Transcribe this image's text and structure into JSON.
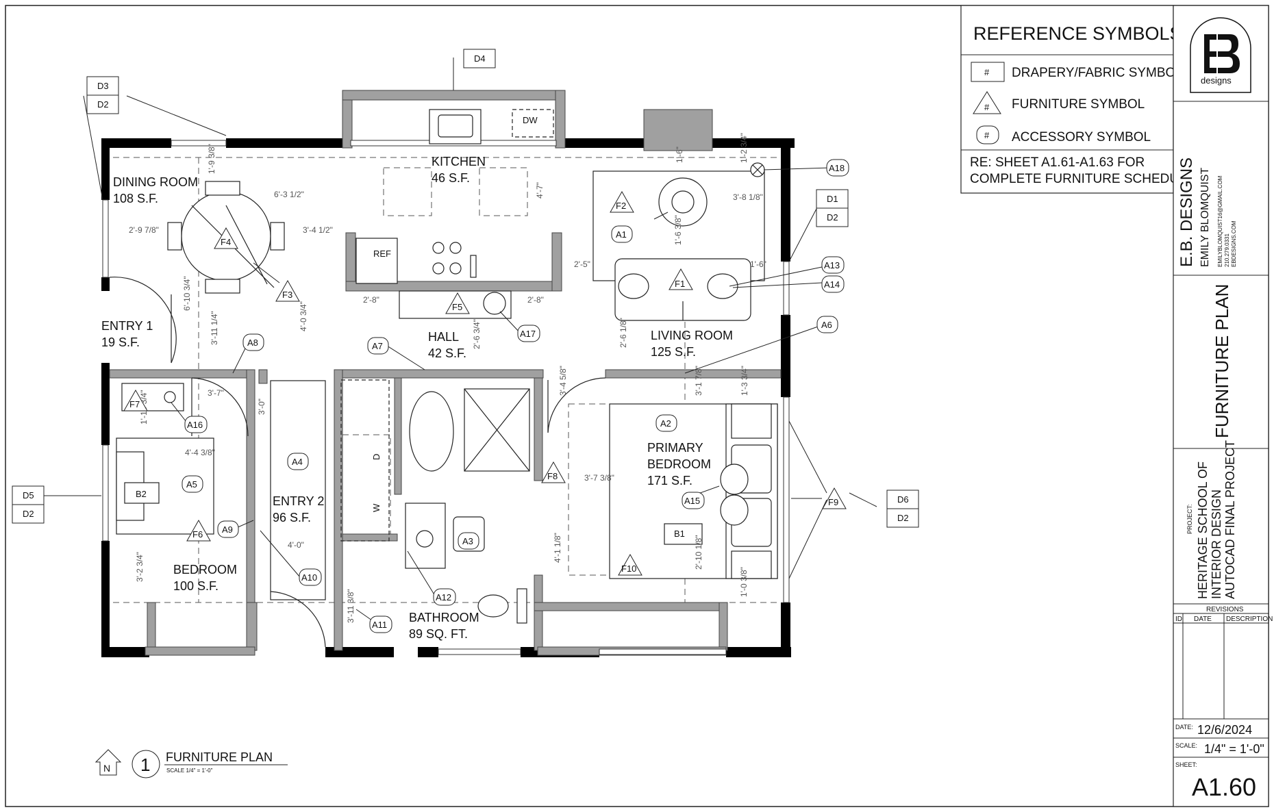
{
  "rooms": [
    {
      "name": "DINING ROOM",
      "area": "108 S.F."
    },
    {
      "name": "KITCHEN",
      "area": "46 S.F."
    },
    {
      "name": "ENTRY 1",
      "area": "19 S.F."
    },
    {
      "name": "HALL",
      "area": "42 S.F."
    },
    {
      "name": "LIVING ROOM",
      "area": "125 S.F."
    },
    {
      "name": "ENTRY 2",
      "area": "96 S.F."
    },
    {
      "name": "BEDROOM",
      "area": "100 S.F."
    },
    {
      "name": "BATHROOM",
      "area": "89 SQ. FT."
    },
    {
      "name": "PRIMARY",
      "name2": "BEDROOM",
      "area": "171 S.F."
    }
  ],
  "fixtures": [
    "REF",
    "DW",
    "D",
    "W"
  ],
  "furniture_tags": [
    "F1",
    "F2",
    "F3",
    "F4",
    "F5",
    "F6",
    "F7",
    "F8",
    "F9",
    "F10"
  ],
  "accessory_tags": [
    "A1",
    "A2",
    "A3",
    "A4",
    "A5",
    "A6",
    "A7",
    "A8",
    "A9",
    "A10",
    "A11",
    "A12",
    "A13",
    "A14",
    "A15",
    "A16",
    "A17",
    "A18"
  ],
  "drapery_tags": [
    "D1",
    "D2",
    "D3",
    "D4",
    "D5",
    "D6"
  ],
  "bed_labels": [
    "B1",
    "B2"
  ],
  "dimensions": [
    "1'-9 3/8\"",
    "6'-3 1/2\"",
    "4'-7\"",
    "2'-9 7/8\"",
    "3'-4 1/2\"",
    "6'-10 3/4\"",
    "3'-11 1/4\"",
    "4'-0 3/4\"",
    "2'-8\"",
    "2'-8\"",
    "2'-6 3/4\"",
    "1'-6\"",
    "1'-2 3/4\"",
    "3'-8 1/8\"",
    "1'-6 3/8\"",
    "2'-5\"",
    "1'-6\"",
    "2'-6 1/8\"",
    "3'-7\"",
    "3'-0\"",
    "1'-10 3/4\"",
    "4'-4 3/8\"",
    "3'-4 5/8\"",
    "3'-1 7/8\"",
    "1'-3 3/4\"",
    "3'-7 3/8\"",
    "4'-1 1/8\"",
    "2'-10 1/8\"",
    "1'-0 3/8\"",
    "4'-0\"",
    "3'-2 3/4\"",
    "3'-11 3/8\""
  ],
  "title_block": {
    "north": "N",
    "drawing_number": "1",
    "drawing_title": "FURNITURE PLAN",
    "drawing_scale": "SCALE 1/4\" = 1'-0\""
  },
  "legend": {
    "title": "REFERENCE SYMBOLS",
    "hash": "#",
    "drapery": "DRAPERY/FABRIC SYMBOL",
    "furniture": "FURNITURE SYMBOL",
    "accessory": "ACCESSORY SYMBOL",
    "note_line1": "RE: SHEET A1.61-A1.63 FOR",
    "note_line2": "COMPLETE FURNITURE SCHEDULE"
  },
  "firm": {
    "logo_text": "designs",
    "name": "E.B. DESIGNS",
    "person": "EMILY BLOMQUIST",
    "email": "EMILYBLOMQUIST16@GMAIL.COM",
    "phone": "210.279.0331",
    "web": "EBDESIGNS.COM"
  },
  "sheet_title": "FURNITURE PLAN",
  "project": {
    "label": "PROJECT:",
    "line1": "HERITAGE SCHOOL OF",
    "line2": "INTERIOR DESIGN",
    "line3": "AUTOCAD FINAL PROJECT"
  },
  "revisions": {
    "title": "REVISIONS",
    "col_id": "ID",
    "col_date": "DATE",
    "col_desc": "DESCRIPTION"
  },
  "date": {
    "label": "DATE:",
    "value": "12/6/2024"
  },
  "scale": {
    "label": "SCALE:",
    "value": "1/4\" = 1'-0\""
  },
  "sheet": {
    "label": "SHEET:",
    "value": "A1.60"
  },
  "colors": {
    "wall_black": "#000000",
    "wall_gray": "#9a9a9a",
    "line": "#222222"
  }
}
